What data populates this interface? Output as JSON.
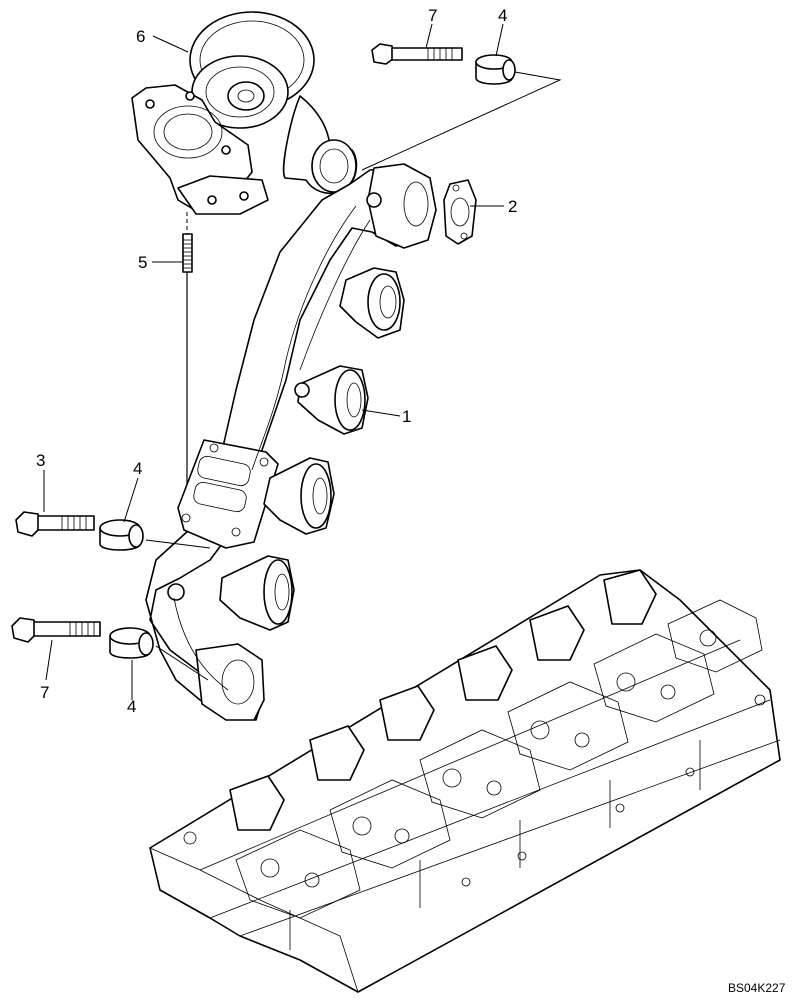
{
  "figure": {
    "code": "BS04K227"
  },
  "callouts": [
    {
      "id": "c1",
      "text": "1"
    },
    {
      "id": "c2",
      "text": "2"
    },
    {
      "id": "c3",
      "text": "3"
    },
    {
      "id": "c4a",
      "text": "4"
    },
    {
      "id": "c4b",
      "text": "4"
    },
    {
      "id": "c4c",
      "text": "4"
    },
    {
      "id": "c5",
      "text": "5"
    },
    {
      "id": "c6",
      "text": "6"
    },
    {
      "id": "c7a",
      "text": "7"
    },
    {
      "id": "c7b",
      "text": "7"
    }
  ],
  "parts": [
    {
      "id": "exhaust-manifold",
      "icon": "exhaust-manifold"
    },
    {
      "id": "gasket",
      "icon": "gasket"
    },
    {
      "id": "bolt",
      "icon": "bolt"
    },
    {
      "id": "spacer",
      "icon": "spacer"
    },
    {
      "id": "stud",
      "icon": "stud"
    },
    {
      "id": "turbocharger",
      "icon": "turbocharger"
    },
    {
      "id": "cylinder-head",
      "icon": "cylinder-head"
    }
  ]
}
